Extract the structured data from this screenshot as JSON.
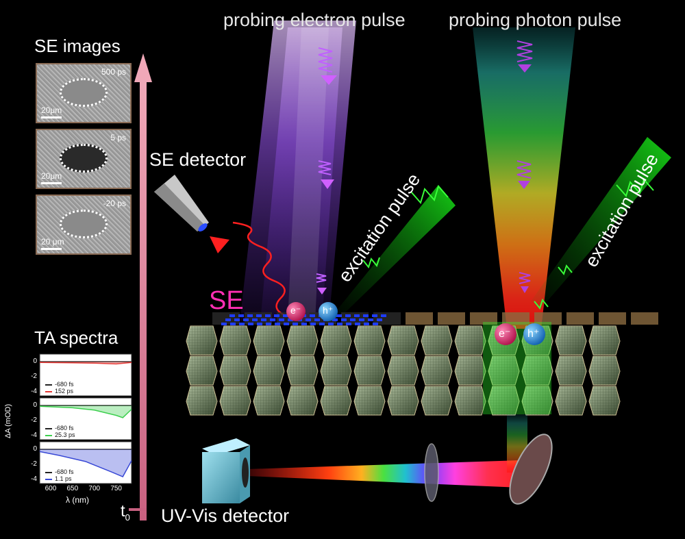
{
  "labels": {
    "probing_electron_pulse": "probing electron pulse",
    "probing_photon_pulse": "probing photon pulse",
    "se_images": "SE images",
    "se_detector": "SE detector",
    "se": "SE",
    "excitation_pulse_left": "excitation pulse",
    "excitation_pulse_right": "excitation pulse",
    "ta_spectra": "TA spectra",
    "uv_vis_detector": "UV-Vis detector",
    "t0": "t",
    "t0_sub": "0",
    "electron": "e⁻",
    "hole": "h⁺"
  },
  "se_images": [
    {
      "time": "500 ps",
      "scale": "20μm",
      "core": "light"
    },
    {
      "time": "5 ps",
      "scale": "20μm",
      "core": "dark"
    },
    {
      "time": "-20 ps",
      "scale": "20 μm",
      "core": "light"
    }
  ],
  "chart_data": {
    "type": "line",
    "ylabel": "ΔA (mOD)",
    "xlabel": "λ (nm)",
    "x_ticks": [
      "600",
      "650",
      "700",
      "750"
    ],
    "xlim": [
      575,
      785
    ],
    "panels": [
      {
        "y_ticks": [
          "0",
          "-2",
          "-4"
        ],
        "ylim": [
          -4.5,
          1
        ],
        "series": [
          {
            "name": "-680 fs",
            "color": "#222222",
            "x": [
              575,
              785
            ],
            "y": [
              0,
              0
            ]
          },
          {
            "name": "152 ps",
            "color": "#e53935",
            "x": [
              575,
              650,
              700,
              750,
              785
            ],
            "y": [
              -0.1,
              -0.15,
              -0.2,
              -0.3,
              -0.1
            ]
          }
        ]
      },
      {
        "y_ticks": [
          "0",
          "-2",
          "-4"
        ],
        "ylim": [
          -4.5,
          1
        ],
        "series": [
          {
            "name": "-680 fs",
            "color": "#222222",
            "x": [
              575,
              785
            ],
            "y": [
              0,
              0
            ]
          },
          {
            "name": "25.3 ps",
            "color": "#3ccf4e",
            "x": [
              575,
              650,
              700,
              750,
              765,
              785
            ],
            "y": [
              -0.1,
              -0.3,
              -0.6,
              -1.3,
              -1.6,
              -0.5
            ]
          }
        ]
      },
      {
        "y_ticks": [
          "0",
          "-2",
          "-4"
        ],
        "ylim": [
          -4.5,
          1
        ],
        "series": [
          {
            "name": "-680 fs",
            "color": "#222222",
            "x": [
              575,
              785
            ],
            "y": [
              0,
              0
            ]
          },
          {
            "name": "1.1 ps",
            "color": "#3949d6",
            "x": [
              575,
              620,
              680,
              740,
              765,
              785
            ],
            "y": [
              -0.3,
              -0.8,
              -1.6,
              -3.0,
              -3.6,
              -1.5
            ]
          }
        ]
      }
    ]
  },
  "colors": {
    "electron": "#d81b60",
    "hole": "#1e88e5",
    "se_text": "#ff2fb4",
    "excitation": "#2ee82e",
    "probe_electron": "#b36bff",
    "arrow": "#e8a0b5"
  }
}
